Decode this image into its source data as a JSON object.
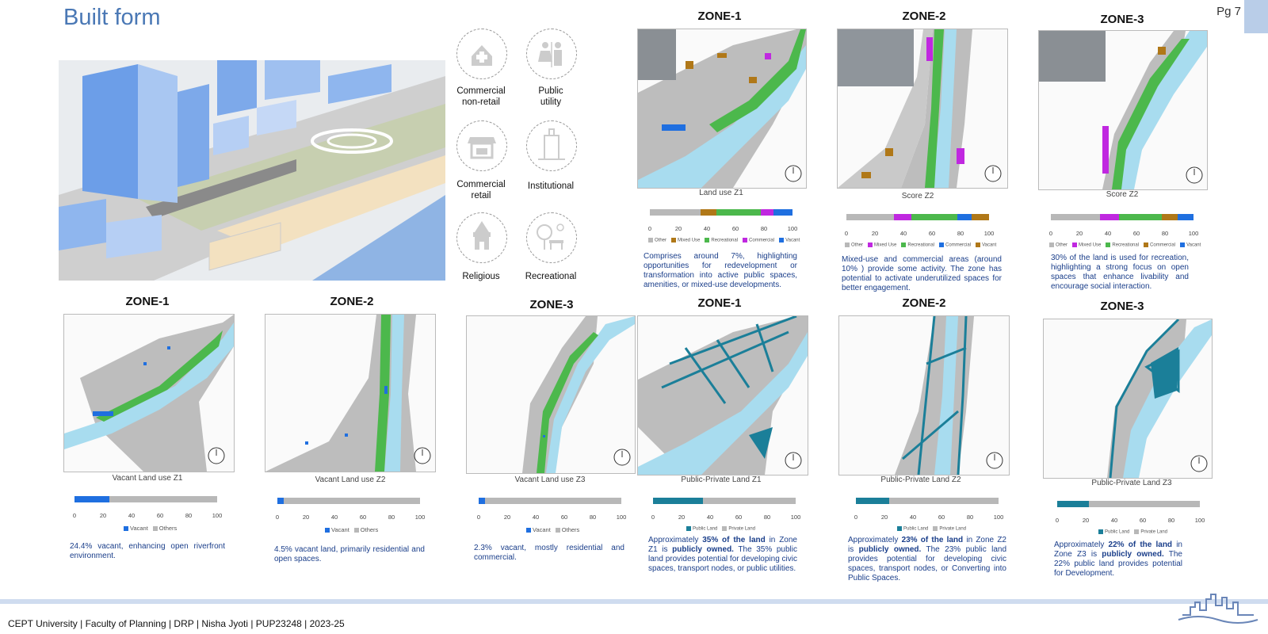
{
  "header": {
    "title": "Built form",
    "page": "Pg 7"
  },
  "icons": [
    {
      "name": "cross-house-icon",
      "label": "Commercial\nnon-retail"
    },
    {
      "name": "restroom-icon",
      "label": "Public\nutility"
    },
    {
      "name": "shop-icon",
      "label": "Commercial\nretail"
    },
    {
      "name": "tower-icon",
      "label": "Institutional"
    },
    {
      "name": "temple-icon",
      "label": "Religious"
    },
    {
      "name": "park-bench-icon",
      "label": "Recreational"
    }
  ],
  "top_zones": [
    {
      "title": "ZONE-1",
      "caption": "Land use Z1",
      "ticks": [
        "0",
        "20",
        "40",
        "60",
        "80",
        "100"
      ],
      "legend": [
        "Other",
        "Mixed Use",
        "Recreational",
        "Commercial",
        "Vacant"
      ],
      "desc": "Comprises around 7%, highlighting opportunities for redevelopment or transformation into active public spaces, amenities, or mixed-use developments."
    },
    {
      "title": "ZONE-2",
      "caption": "Score Z2",
      "ticks": [
        "0",
        "20",
        "40",
        "60",
        "80",
        "100"
      ],
      "legend": [
        "Other",
        "Mixed Use",
        "Recreational",
        "Commercial",
        "Vacant"
      ],
      "desc": "Mixed-use and commercial areas (around 10% ) provide some activity. The zone has potential to activate underutilized spaces for better engagement."
    },
    {
      "title": "ZONE-3",
      "caption": "Score Z2",
      "ticks": [
        "0",
        "20",
        "40",
        "60",
        "80",
        "100"
      ],
      "legend": [
        "Other",
        "Mixed Use",
        "Recreational",
        "Commercial",
        "Vacant"
      ],
      "desc": "30% of the land is used for recreation, highlighting a strong focus on open spaces that enhance livability and encourage social interaction."
    }
  ],
  "vacant_zones": [
    {
      "title": "ZONE-1",
      "caption": "Vacant Land use Z1",
      "vacant_pct": 24.4,
      "ticks": [
        "0",
        "20",
        "40",
        "60",
        "80",
        "100"
      ],
      "legend": [
        "Vacant",
        "Others"
      ],
      "desc": "24.4% vacant, enhancing open riverfront environment."
    },
    {
      "title": "ZONE-2",
      "caption": "Vacant Land use Z2",
      "vacant_pct": 4.5,
      "ticks": [
        "0",
        "20",
        "40",
        "60",
        "80",
        "100"
      ],
      "legend": [
        "Vacant",
        "Others"
      ],
      "desc": "4.5% vacant land, primarily residential and open spaces."
    },
    {
      "title": "ZONE-3",
      "caption": "Vacant Land use Z3",
      "vacant_pct": 2.3,
      "ticks": [
        "0",
        "20",
        "40",
        "60",
        "80",
        "100"
      ],
      "legend": [
        "Vacant",
        "Others"
      ],
      "desc": "2.3% vacant, mostly residential and commercial."
    }
  ],
  "public_zones": [
    {
      "title": "ZONE-1",
      "caption": "Public-Private Land Z1",
      "public_pct": 35,
      "ticks": [
        "0",
        "20",
        "40",
        "60",
        "80",
        "100"
      ],
      "legend": [
        "Public Land",
        "Private Land"
      ],
      "desc_pre": "Approximately ",
      "desc_b1": "35% of the land",
      "desc_mid": " in Zone Z1 is ",
      "desc_b2": "publicly owned.",
      "desc_post": " The 35% public land provides potential for developing civic spaces, transport nodes, or public utilities."
    },
    {
      "title": "ZONE-2",
      "caption": "Public-Private Land Z2",
      "public_pct": 23,
      "ticks": [
        "0",
        "20",
        "40",
        "60",
        "80",
        "100"
      ],
      "legend": [
        "Public Land",
        "Private Land"
      ],
      "desc_pre": "Approximately ",
      "desc_b1": "23% of the land",
      "desc_mid": " in Zone Z2 is ",
      "desc_b2": "publicly owned.",
      "desc_post": " The 23% public land provides potential for developing civic spaces, transport nodes, or Converting into Public Spaces."
    },
    {
      "title": "ZONE-3",
      "caption": "Public-Private Land Z3",
      "public_pct": 22,
      "ticks": [
        "0",
        "20",
        "40",
        "60",
        "80",
        "100"
      ],
      "legend": [
        "Public Land",
        "Private Land"
      ],
      "desc_pre": "Approximately ",
      "desc_b1": "22% of the land",
      "desc_mid": " in Zone Z3 is ",
      "desc_b2": "publicly owned.",
      "desc_post": " The 22% public land provides potential for Development."
    }
  ],
  "colors": {
    "other": "#b8b8b8",
    "mixed": "#c028e0",
    "recreational": "#4cb84c",
    "commercial": "#1f6fe0",
    "vacant": "#b07818",
    "vacantblue": "#1f6fe0",
    "public": "#1b7f99",
    "river": "#a8dcef",
    "title_blue": "#4a78b5"
  },
  "footer": {
    "text": "CEPT University | Faculty of Planning | DRP  | Nisha Jyoti | PUP23248 | 2023-25"
  }
}
